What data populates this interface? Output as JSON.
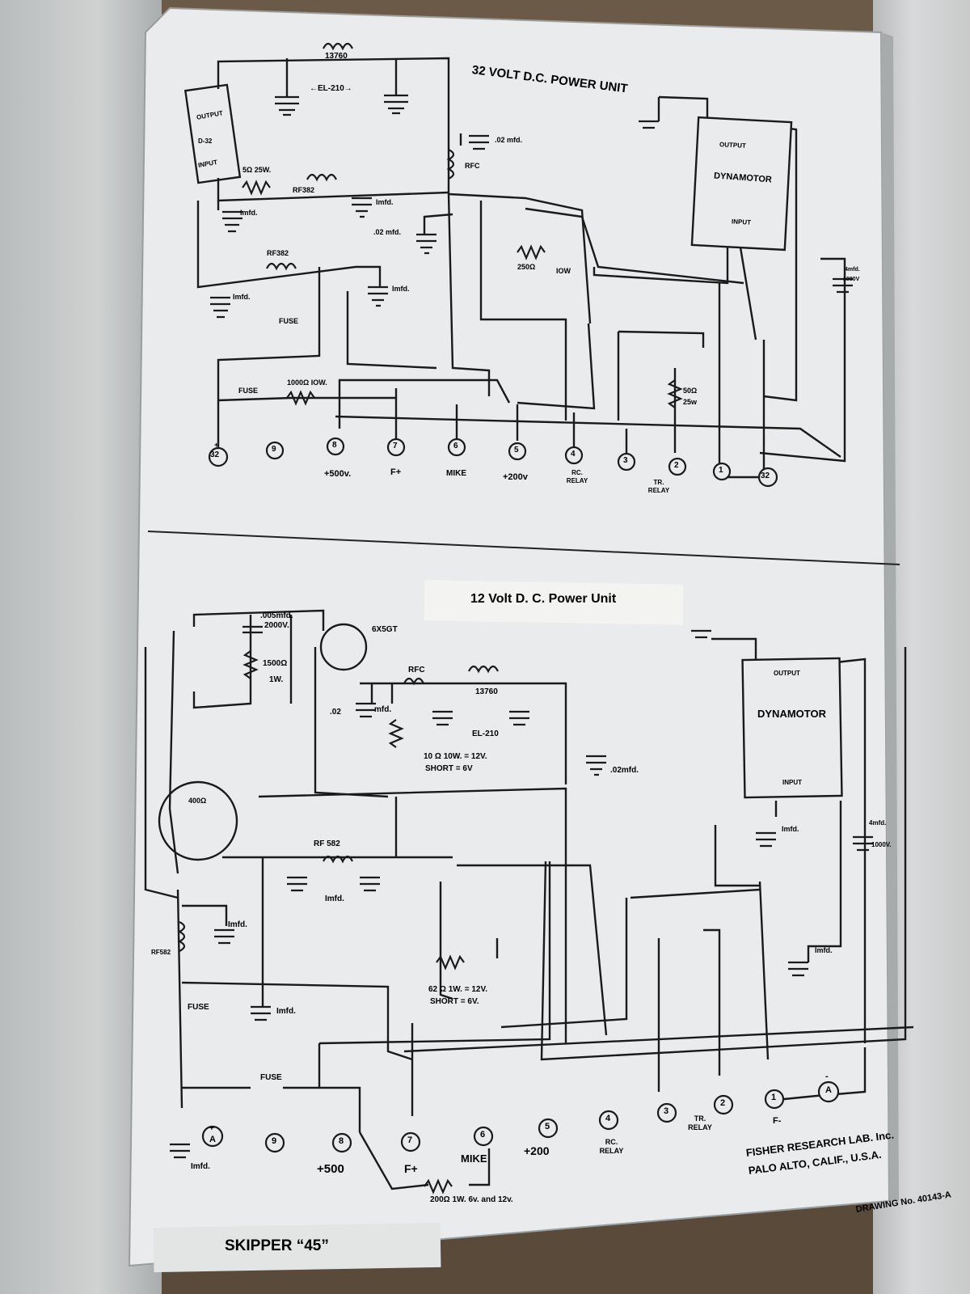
{
  "top_title": "32 VOLT D.C. POWER UNIT",
  "bottom_title": "12 Volt D. C. Power Unit",
  "footer_title": "SKIPPER “45”",
  "maker_line1": "FISHER RESEARCH LAB. Inc.",
  "maker_line2": "PALO ALTO, CALIF., U.S.A.",
  "drawing_number": "DRAWING No. 40143-A",
  "top": {
    "choke": "13760",
    "el": "←EL-210→",
    "output": "OUTPUT",
    "d32": "D-32",
    "input": "INPUT",
    "cap_02": ".02 mfd.",
    "rfc": "RFC",
    "res_5": "5Ω 25W.",
    "rf382a": "RF382",
    "imfd_a": "Imfd.",
    "imfd_b": "Imfd.",
    "cap_02b": ".02 mfd.",
    "dyn_output": "OUTPUT",
    "dyn_name": "DYNAMOTOR",
    "dyn_input": "INPUT",
    "res_250": "250Ω",
    "res_250w": "IOW",
    "cap_4": "4mfd.",
    "cap_4v": "1000V",
    "rf382b": "RF382",
    "imfd_c": "Imfd.",
    "imfd_d": "Imfd.",
    "fuse_a": "FUSE",
    "fuse_b": "FUSE",
    "res_1000": "1000Ω  IOW.",
    "res_50": "50Ω",
    "res_50w": "25w",
    "terminals": [
      {
        "num": "32",
        "label": "",
        "sign": "+"
      },
      {
        "num": "9",
        "label": ""
      },
      {
        "num": "8",
        "label": "+500v."
      },
      {
        "num": "7",
        "label": "F+"
      },
      {
        "num": "6",
        "label": "MIKE"
      },
      {
        "num": "5",
        "label": "+200v"
      },
      {
        "num": "4",
        "label": "RC. RELAY"
      },
      {
        "num": "3",
        "label": ""
      },
      {
        "num": "2",
        "label": "TR. RELAY"
      },
      {
        "num": "1",
        "label": ""
      },
      {
        "num": "32",
        "label": ""
      }
    ]
  },
  "bottom": {
    "cap_005": ".005mfd.",
    "cap_005v": "2000V.",
    "res_1500": "1500Ω",
    "res_1500w": "1W.",
    "tube": "6X5GT",
    "rfc": "RFC",
    "choke": "13760",
    "el": "EL-210",
    "cap_02": ".02",
    "cap_02u": "mfd.",
    "res_10": "10 Ω  10W. = 12V.",
    "res_10s": "SHORT = 6V",
    "cap_02b": ".02mfd.",
    "pot": "400Ω",
    "rf582": "RF 582",
    "imfd_a": "Imfd.",
    "imfd_b": "Imfd.",
    "rf582b": "RF582",
    "fuse_a": "FUSE",
    "imfd_c": "Imfd.",
    "fuse_b": "FUSE",
    "res_62": "62 Ω  1W. = 12V.",
    "res_62s": "SHORT = 6V.",
    "dyn_output": "OUTPUT",
    "dyn_name": "DYNAMOTOR",
    "dyn_input": "INPUT",
    "imfd_d": "Imfd.",
    "cap_4": "4mfd.",
    "cap_4v": "1000V.",
    "imfd_e": "Imfd.",
    "imfd_f": "Imfd.",
    "res_200": "200Ω  1W. 6v. and 12v.",
    "terminals": [
      {
        "num": "A",
        "label": "",
        "sign": "+"
      },
      {
        "num": "9",
        "label": ""
      },
      {
        "num": "8",
        "label": "+500"
      },
      {
        "num": "7",
        "label": "F+"
      },
      {
        "num": "6",
        "label": "MIKE"
      },
      {
        "num": "5",
        "label": "+200"
      },
      {
        "num": "4",
        "label": "RC. RELAY"
      },
      {
        "num": "3",
        "label": ""
      },
      {
        "num": "2",
        "label": "TR. RELAY"
      },
      {
        "num": "1",
        "label": "F-"
      },
      {
        "num": "A",
        "label": "",
        "sign": "-"
      }
    ]
  }
}
